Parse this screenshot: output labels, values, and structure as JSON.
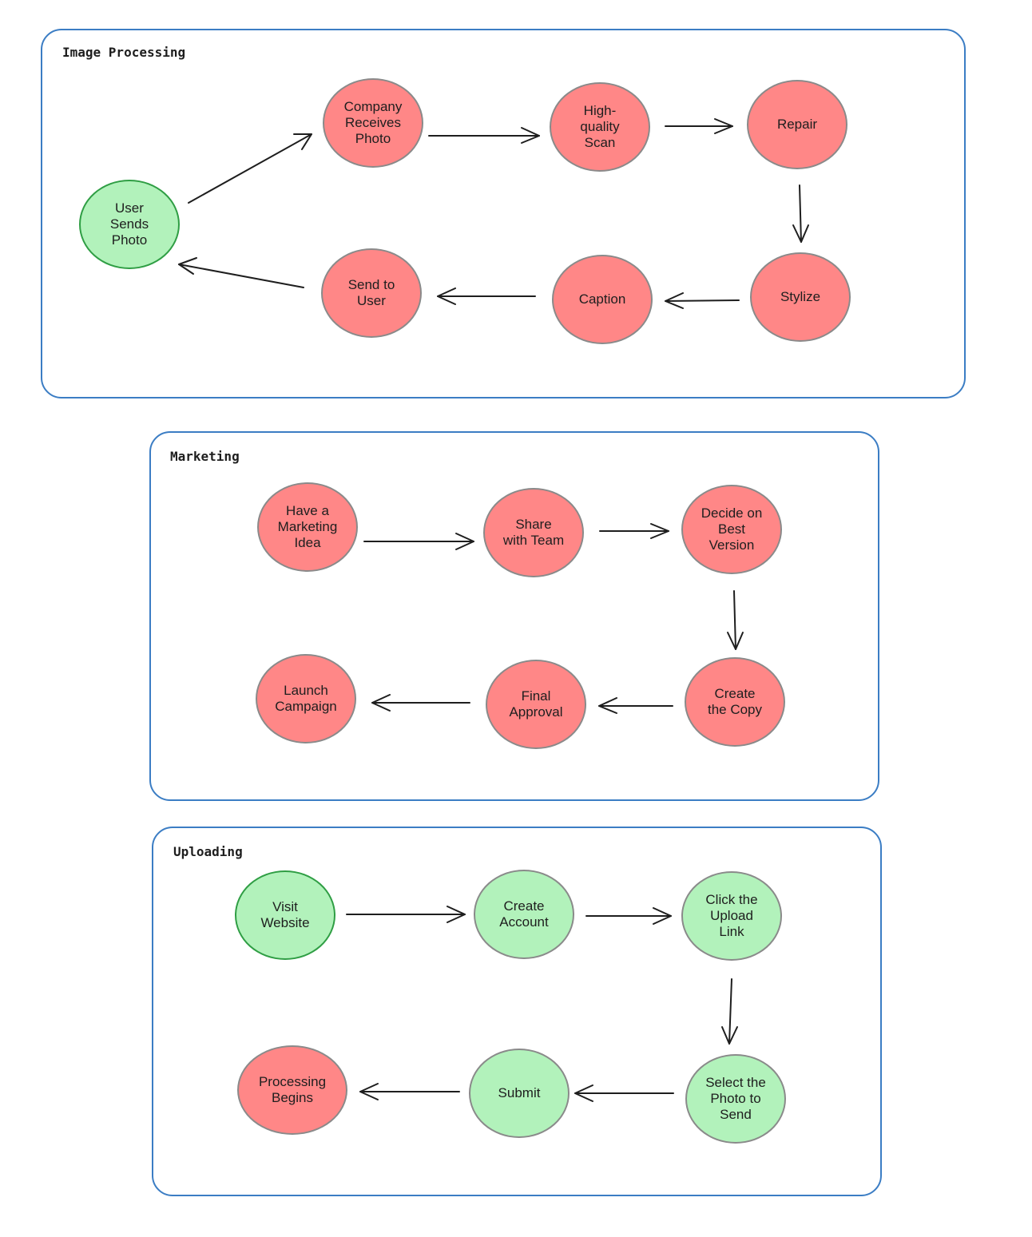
{
  "panels": {
    "image_processing": {
      "title": "Image Processing",
      "nodes": {
        "user_sends_photo": "User\nSends\nPhoto",
        "company_receives_photo": "Company\nReceives\nPhoto",
        "high_quality_scan": "High-\nquality\nScan",
        "repair": "Repair",
        "stylize": "Stylize",
        "caption": "Caption",
        "send_to_user": "Send to\nUser"
      }
    },
    "marketing": {
      "title": "Marketing",
      "nodes": {
        "have_idea": "Have a\nMarketing\nIdea",
        "share_with_team": "Share\nwith Team",
        "decide_best_version": "Decide on\nBest\nVersion",
        "create_copy": "Create\nthe Copy",
        "final_approval": "Final\nApproval",
        "launch_campaign": "Launch\nCampaign"
      }
    },
    "uploading": {
      "title": "Uploading",
      "nodes": {
        "visit_website": "Visit\nWebsite",
        "create_account": "Create\nAccount",
        "click_upload_link": "Click the\nUpload\nLink",
        "select_photo": "Select the\nPhoto to\nSend",
        "submit": "Submit",
        "processing_begins": "Processing\nBegins"
      }
    }
  },
  "colors": {
    "panel_border": "#3b7dc4",
    "node_red": "#ff8787",
    "node_green": "#b2f2bb",
    "node_green_stroke": "#2f9e44",
    "node_stroke": "#8a8a8a"
  }
}
